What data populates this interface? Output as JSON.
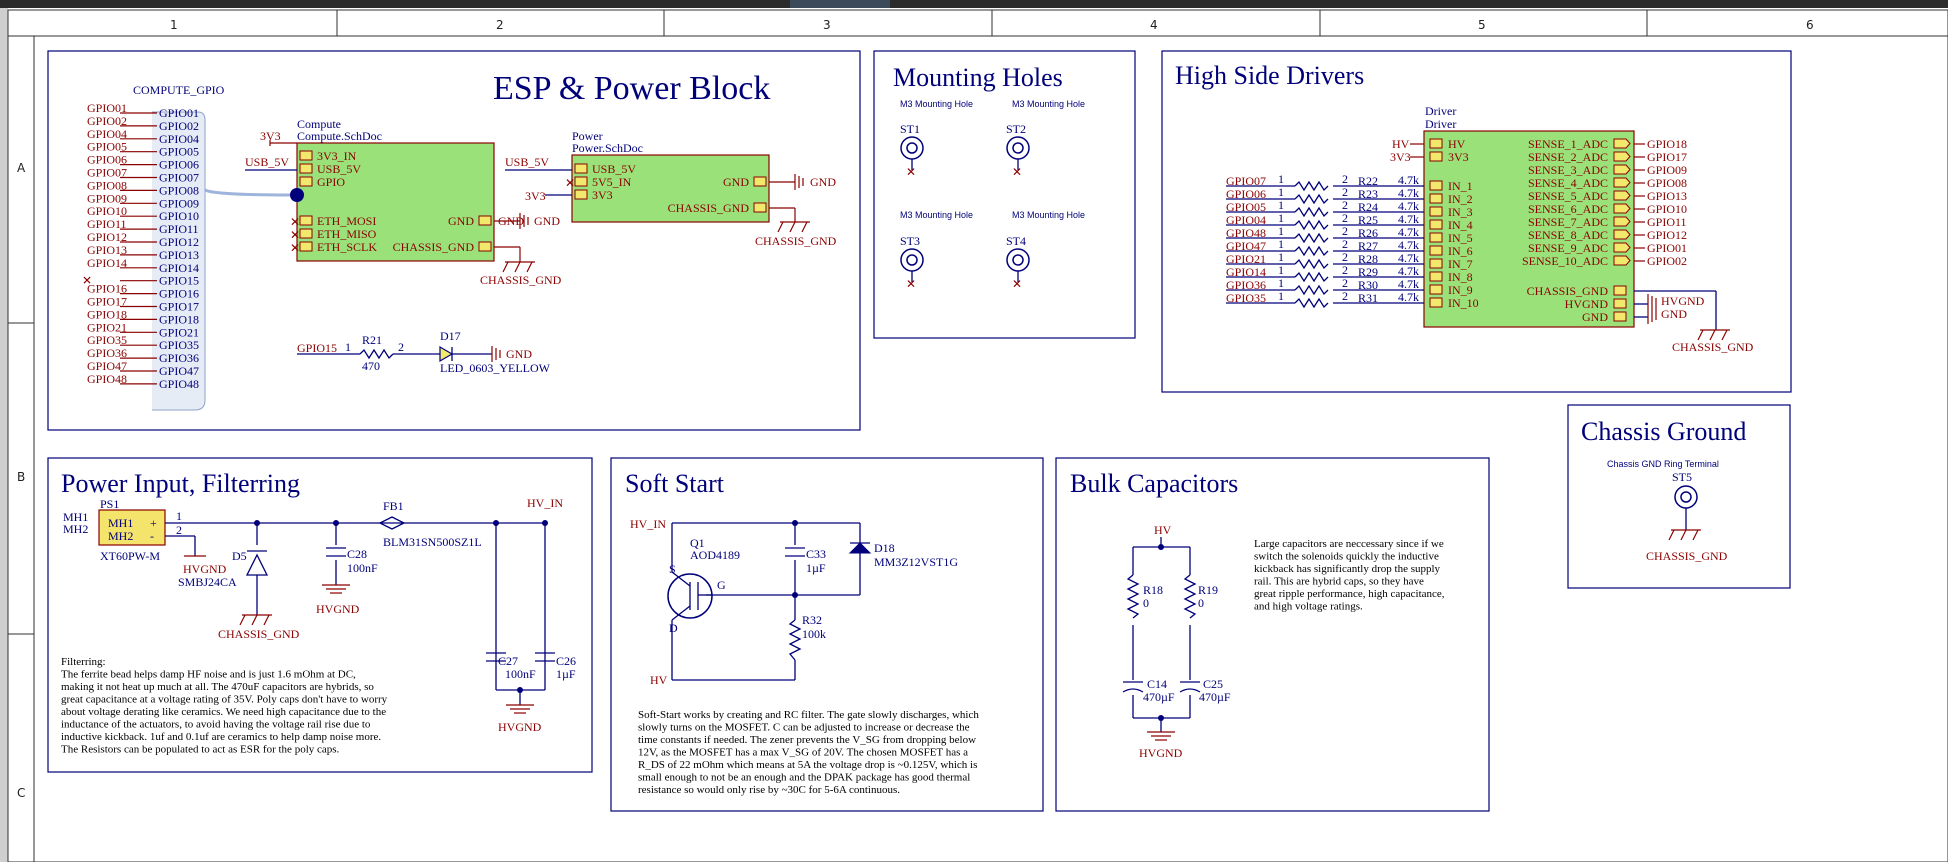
{
  "top_bar": {
    "color": "#2b2b2b",
    "tab_color": "#3d4a5c"
  },
  "colors": {
    "wire": "#00007a",
    "net": "#8b0000",
    "component": "#00007a",
    "block_fill": "#9be17a",
    "sheet_bg": "#ffffff"
  },
  "grid": {
    "columns": [
      "1",
      "2",
      "3",
      "4",
      "5",
      "6"
    ],
    "rows": [
      "A",
      "B",
      "C"
    ]
  },
  "esp_block": {
    "title": "ESP & Power Block",
    "harness_label": "COMPUTE_GPIO",
    "gpio_nets": [
      "GPIO01",
      "GPIO02",
      "GPIO04",
      "GPIO05",
      "GPIO06",
      "GPIO07",
      "GPIO08",
      "GPIO09",
      "GPIO10",
      "GPIO11",
      "GPIO12",
      "GPIO13",
      "GPIO14",
      "GPIO16",
      "GPIO17",
      "GPIO18",
      "GPIO21",
      "GPIO35",
      "GPIO36",
      "GPIO47",
      "GPIO48"
    ],
    "harness_entries": [
      "GPIO01",
      "GPIO02",
      "GPIO04",
      "GPIO05",
      "GPIO06",
      "GPIO07",
      "GPIO08",
      "GPIO09",
      "GPIO10",
      "GPIO11",
      "GPIO12",
      "GPIO13",
      "GPIO14",
      "GPIO15",
      "GPIO16",
      "GPIO17",
      "GPIO18",
      "GPIO21",
      "GPIO35",
      "GPIO36",
      "GPIO47",
      "GPIO48"
    ],
    "compute": {
      "designator": "Compute",
      "file": "Compute.SchDoc",
      "ports_left": [
        "3V3_IN",
        "USB_5V",
        "GPIO",
        "ETH_MOSI",
        "ETH_MISO",
        "ETH_SCLK"
      ],
      "ports_right": [
        "GND",
        "CHASSIS_GND"
      ],
      "net_3v3": "3V3",
      "net_usb": "USB_5V",
      "net_gnd": "GND",
      "net_chassis": "CHASSIS_GND"
    },
    "power": {
      "designator": "Power",
      "file": "Power.SchDoc",
      "ports_left": [
        "USB_5V",
        "5V5_IN",
        "3V3"
      ],
      "ports_right": [
        "GND",
        "CHASSIS_GND"
      ],
      "net_usb": "USB_5V",
      "net_3v3": "3V3",
      "net_gnd": "GND",
      "net_chassis": "CHASSIS_GND"
    },
    "led": {
      "net": "GPIO15",
      "r_designator": "R21",
      "r_value": "470",
      "d_designator": "D17",
      "d_value": "LED_0603_YELLOW",
      "gnd": "GND",
      "pin1": "1",
      "pin2": "2"
    }
  },
  "mounting": {
    "title": "Mounting Holes",
    "holes": [
      {
        "designator": "ST1",
        "label": "M3 Mounting Hole"
      },
      {
        "designator": "ST2",
        "label": "M3 Mounting Hole"
      },
      {
        "designator": "ST3",
        "label": "M3 Mounting Hole"
      },
      {
        "designator": "ST4",
        "label": "M3 Mounting Hole"
      }
    ]
  },
  "high_side": {
    "title": "High Side Drivers",
    "driver_name": "Driver",
    "driver_file": "Driver",
    "inputs": [
      {
        "net": "GPIO07",
        "res": "R22",
        "val": "4.7k",
        "pin": "IN_1"
      },
      {
        "net": "GPIO06",
        "res": "R23",
        "val": "4.7k",
        "pin": "IN_2"
      },
      {
        "net": "GPIO05",
        "res": "R24",
        "val": "4.7k",
        "pin": "IN_3"
      },
      {
        "net": "GPIO04",
        "res": "R25",
        "val": "4.7k",
        "pin": "IN_4"
      },
      {
        "net": "GPIO48",
        "res": "R26",
        "val": "4.7k",
        "pin": "IN_5"
      },
      {
        "net": "GPIO47",
        "res": "R27",
        "val": "4.7k",
        "pin": "IN_6"
      },
      {
        "net": "GPIO21",
        "res": "R28",
        "val": "4.7k",
        "pin": "IN_7"
      },
      {
        "net": "GPIO14",
        "res": "R29",
        "val": "4.7k",
        "pin": "IN_8"
      },
      {
        "net": "GPIO36",
        "res": "R30",
        "val": "4.7k",
        "pin": "IN_9"
      },
      {
        "net": "GPIO35",
        "res": "R31",
        "val": "4.7k",
        "pin": "IN_10"
      }
    ],
    "power_pins": [
      "HV",
      "3V3"
    ],
    "power_nets": [
      "HV",
      "3V3"
    ],
    "sense": [
      {
        "pin": "SENSE_1_ADC",
        "net": "GPIO18"
      },
      {
        "pin": "SENSE_2_ADC",
        "net": "GPIO17"
      },
      {
        "pin": "SENSE_3_ADC",
        "net": "GPIO09"
      },
      {
        "pin": "SENSE_4_ADC",
        "net": "GPIO08"
      },
      {
        "pin": "SENSE_5_ADC",
        "net": "GPIO13"
      },
      {
        "pin": "SENSE_6_ADC",
        "net": "GPIO10"
      },
      {
        "pin": "SENSE_7_ADC",
        "net": "GPIO11"
      },
      {
        "pin": "SENSE_8_ADC",
        "net": "GPIO12"
      },
      {
        "pin": "SENSE_9_ADC",
        "net": "GPIO01"
      },
      {
        "pin": "SENSE_10_ADC",
        "net": "GPIO02"
      }
    ],
    "gnd_pins": [
      "CHASSIS_GND",
      "HVGND",
      "GND"
    ],
    "gnd_nets": [
      "HVGND",
      "GND",
      "CHASSIS_GND"
    ]
  },
  "chassis": {
    "title": "Chassis Ground",
    "label": "Chassis GND Ring Terminal",
    "designator": "ST5",
    "net": "CHASSIS_GND"
  },
  "power_input": {
    "title": "Power Input, Filterring",
    "ps_designator": "PS1",
    "ps_value": "XT60PW-M",
    "ps_pins": [
      "MH1",
      "MH2"
    ],
    "ext_pins": [
      "MH1",
      "MH2"
    ],
    "hvgnd": "HVGND",
    "tvs": {
      "designator": "D5",
      "value": "SMBJ24CA"
    },
    "chassis": "CHASSIS_GND",
    "c28": {
      "designator": "C28",
      "value": "100nF"
    },
    "fb": {
      "designator": "FB1",
      "value": "BLM31SN500SZ1L"
    },
    "hv_in": "HV_IN",
    "c27": {
      "designator": "C27",
      "value": "100nF"
    },
    "c26": {
      "designator": "C26",
      "value": "1µF"
    },
    "note": [
      "Filterring:",
      "The ferrite bead helps damp HF noise and is just 1.6 mOhm at DC,",
      "making it not heat up much at all. The 470uF capacitors are hybrids, so",
      "great capacitance at a voltage rating of 35V. Poly caps don't have to worry",
      "about voltage derating like ceramics. We need high capacitance due to the",
      "inductance of the actuators, to avoid having the voltage rail rise due to",
      "inductive kickback. 1uf and 0.1uf are ceramics to help damp noise more.",
      "The Resistors can be populated to act as ESR for the poly caps."
    ]
  },
  "soft_start": {
    "title": "Soft Start",
    "hv_in": "HV_IN",
    "hv": "HV",
    "q1": {
      "designator": "Q1",
      "value": "AOD4189"
    },
    "c33": {
      "designator": "C33",
      "value": "1µF"
    },
    "d18": {
      "designator": "D18",
      "value": "MM3Z12VST1G"
    },
    "r32": {
      "designator": "R32",
      "value": "100k"
    },
    "pins": {
      "s": "S",
      "g": "G",
      "d": "D"
    },
    "note": [
      "Soft-Start works by creating and RC filter. The gate slowly discharges, which",
      "slowly turns on the MOSFET. C can be adjusted to increase or decrease the",
      "time constants if needed. The zener prevents the V_SG from dropping below",
      "12V, as the MOSFET has a max V_SG of 20V. The chosen MOSFET has a",
      "R_DS of 22 mOhm which means at 5A the voltage drop is ~0.125V, which is",
      "small enough to not be an enough and the DPAK package has good thermal",
      "resistance so would only rise by ~30C for 5-6A continuous."
    ]
  },
  "bulk": {
    "title": "Bulk Capacitors",
    "hv": "HV",
    "hvgnd": "HVGND",
    "r18": {
      "designator": "R18",
      "value": "0"
    },
    "r19": {
      "designator": "R19",
      "value": "0"
    },
    "c14": {
      "designator": "C14",
      "value": "470µF"
    },
    "c25": {
      "designator": "C25",
      "value": "470µF"
    },
    "note": [
      "Large capacitors are neccessary since if we",
      "switch the solenoids quickly the inductive",
      "kickback has significantly drop the supply",
      "rail. This are hybrid caps, so they have",
      "great ripple performance, high capacitance,",
      "and high voltage ratings."
    ]
  }
}
